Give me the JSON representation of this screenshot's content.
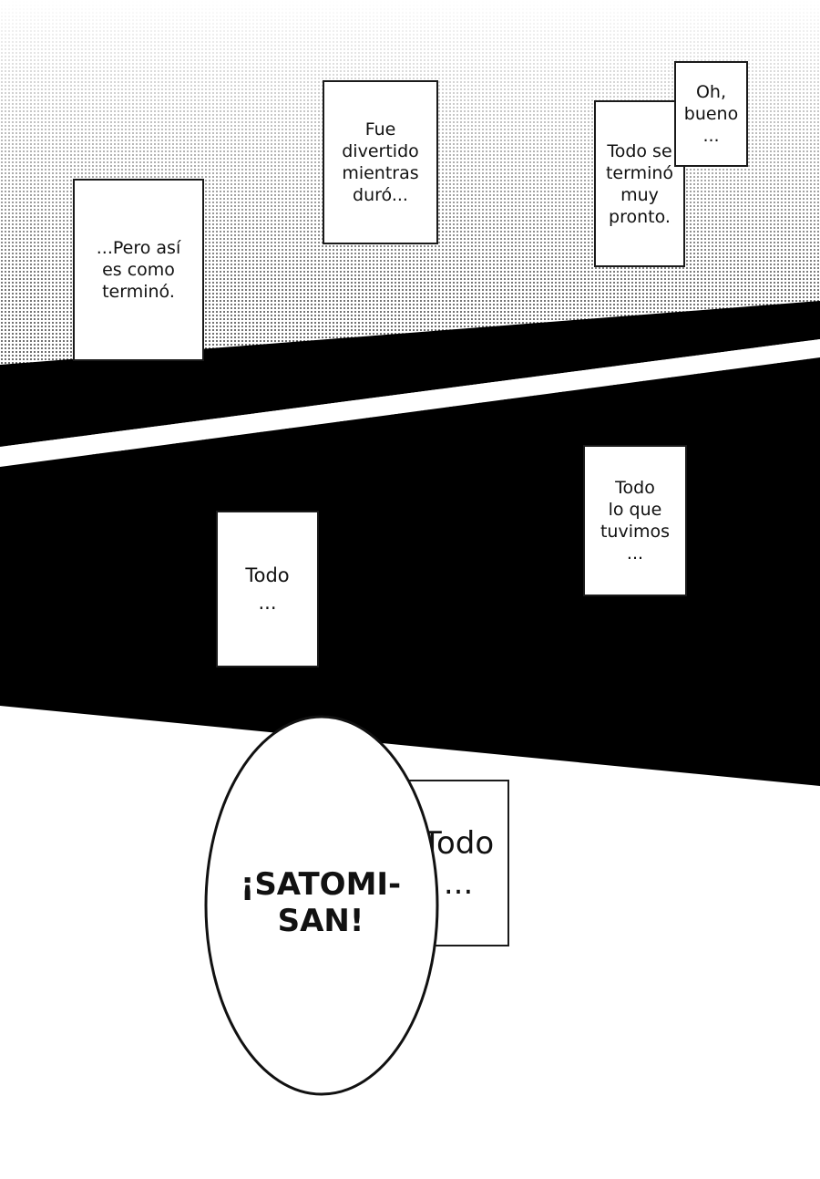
{
  "captions": {
    "pero": "...Pero así\nes como\nterminó.",
    "fue": "Fue\ndivertido\nmientras\nduró...",
    "oh": "Oh,\nbueno\n...",
    "todo_se": "Todo se\nterminó\nmuy\npronto.",
    "todo_lo": "Todo\nlo que\ntuvimos\n...",
    "todo_1": "Todo\n...",
    "todo_2": "Todo\n..."
  },
  "bubble": {
    "shout": "¡SATOMI-\nSAN!"
  },
  "colors": {
    "ink": "#111111",
    "paper": "#ffffff",
    "screentone": "#555555"
  }
}
